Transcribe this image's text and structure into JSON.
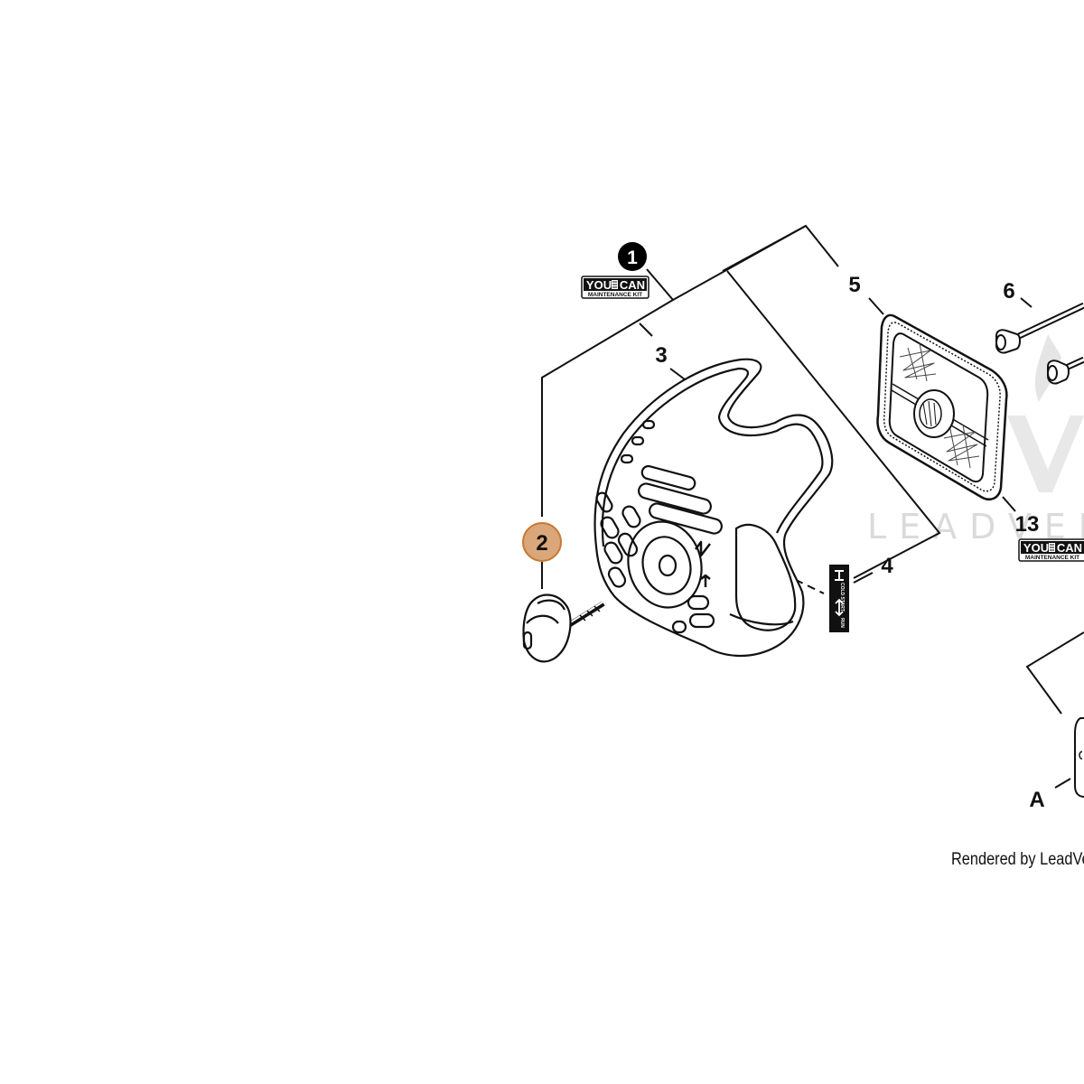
{
  "callouts": {
    "c1": "1",
    "c2": "2",
    "c3": "3",
    "c4": "4",
    "c5": "5",
    "c6": "6",
    "c13": "13",
    "cA": "A"
  },
  "kit_badge": {
    "top_left": "YOU",
    "top_right": "CAN",
    "bottom": "MAINTENANCE KIT"
  },
  "choke_decal": {
    "cold_start": "COLD START",
    "run": "RUN"
  },
  "watermark": "LEADVENTURE",
  "credit": "Rendered by LeadVenture",
  "colors": {
    "line": "#111111",
    "highlight_fill": "#d9a77a",
    "highlight_stroke": "#c8782f",
    "watermark": "#d6d6d6"
  }
}
